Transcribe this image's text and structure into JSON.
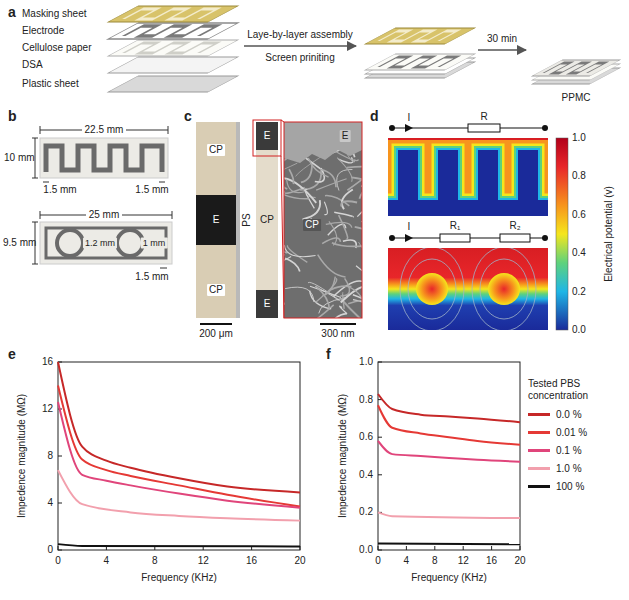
{
  "diagram": {
    "labels": [
      "a",
      "Masking sheet",
      "Electrode",
      "Cellulose paper",
      "DSA",
      "Plastic sheet",
      "Laye-by-layer assembly",
      "Screen priniting",
      "30 min",
      "PPMC",
      "b",
      "22.5 mm",
      "10 mm",
      "1.5 mm",
      "1.5 mm",
      "25 mm",
      "9.5 mm",
      "1.2 mm",
      "1 mm",
      "1.5 mm",
      "c",
      "CP",
      "E",
      "CP",
      "PS",
      "200 μm",
      "E",
      "CP",
      "E",
      "E",
      "CP",
      "300 nm",
      "d",
      "I",
      "R",
      "I",
      "R₁",
      "R₂",
      "1.0",
      "0.8",
      "0.6",
      "0.4",
      "0.2",
      "0.0",
      "Electrical potential (v)",
      "e",
      "16",
      "12",
      "8",
      "4",
      "0",
      "0",
      "4",
      "8",
      "12",
      "16",
      "20",
      "Frequency (KHz)",
      "Impedence magnitude (MΩ)",
      "f",
      "1.0",
      "0.8",
      "0.6",
      "0.4",
      "0.2",
      "0.0",
      "0",
      "4",
      "8",
      "12",
      "16",
      "20",
      "Frequency (KHz)",
      "Impedence magnitude (MΩ)",
      "Tested PBS concentration"
    ],
    "legend": [
      {
        "text": "0.0 %",
        "color": "#c62828"
      },
      {
        "text": "0.01 %",
        "color": "#e53935"
      },
      {
        "text": "0.1 %",
        "color": "#e0457b"
      },
      {
        "text": "1.0 %",
        "color": "#f2a0ad"
      },
      {
        "text": "100 %",
        "color": "#111111"
      }
    ]
  }
}
